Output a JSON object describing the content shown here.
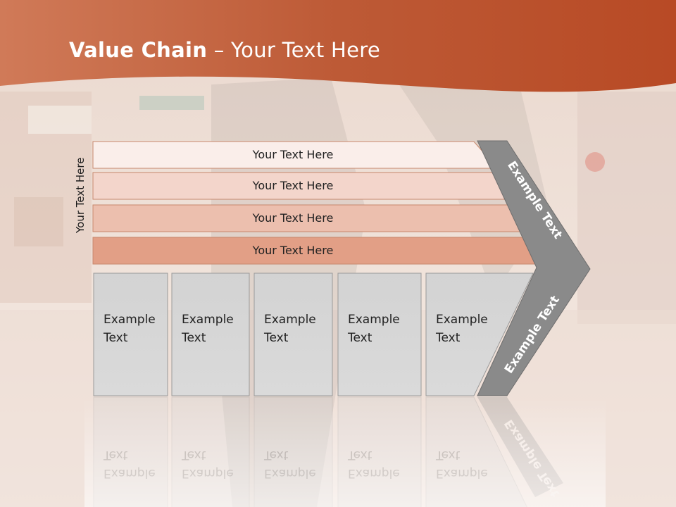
{
  "slide": {
    "title_bold": "Value Chain",
    "title_rest": " – Your Text Here",
    "side_label": "Your Text Here"
  },
  "support_rows": [
    {
      "label": "Your Text Here",
      "color": "#faeeea"
    },
    {
      "label": "Your Text Here",
      "color": "#f3d5cb"
    },
    {
      "label": "Your Text Here",
      "color": "#ecbfae"
    },
    {
      "label": "Your Text Here",
      "color": "#e29f86"
    }
  ],
  "primary_boxes": [
    {
      "line1": "Example",
      "line2": "Text"
    },
    {
      "line1": "Example",
      "line2": "Text"
    },
    {
      "line1": "Example",
      "line2": "Text"
    },
    {
      "line1": "Example",
      "line2": "Text"
    },
    {
      "line1": "Example",
      "line2": "Text"
    }
  ],
  "arrow": {
    "upper_label": "Example Text",
    "lower_label": "Example Text",
    "color": "#8a8a8a"
  },
  "colors": {
    "header": "#c4623c",
    "box_fill": "#d6d6d6"
  }
}
